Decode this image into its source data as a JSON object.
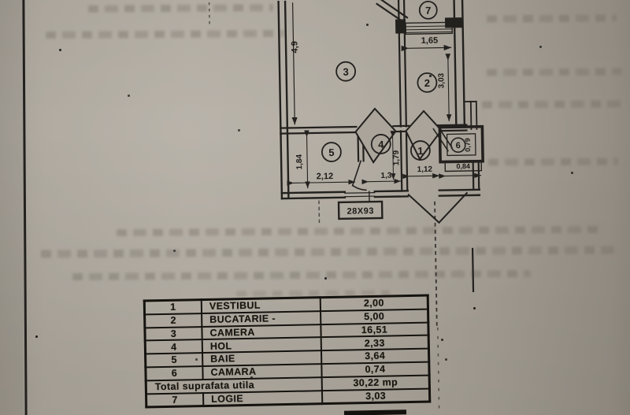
{
  "plan": {
    "rooms": {
      "r1": "1",
      "r2": "2",
      "r3": "3",
      "r4": "4",
      "r5": "5",
      "r6": "6",
      "r7": "7"
    },
    "dims": {
      "d49": "4,9",
      "d165": "1,65",
      "d303": "3,03",
      "d184": "1,84",
      "d212": "2,12",
      "d13": "1,3",
      "d179": "1,79",
      "d112": "1,12",
      "d079": "0,79",
      "d084": "0,84"
    },
    "window_label": "28X93"
  },
  "table": {
    "rows": [
      {
        "no": "1",
        "name": "VESTIBUL",
        "value": "2,00"
      },
      {
        "no": "2",
        "name": "BUCATARIE -",
        "value": "5,00"
      },
      {
        "no": "3",
        "name": "CAMERA",
        "value": "16,51"
      },
      {
        "no": "4",
        "name": "HOL",
        "value": "2,33"
      },
      {
        "no": "5",
        "name": "BAIE",
        "value": "3,64"
      },
      {
        "no": "6",
        "name": "CAMARA",
        "value": "0,74"
      }
    ],
    "total": {
      "label": "Total suprafata utila",
      "value": "30,22 mp"
    },
    "extra_rows": [
      {
        "no": "7",
        "name": "LOGIE",
        "value": "3,03"
      }
    ]
  }
}
